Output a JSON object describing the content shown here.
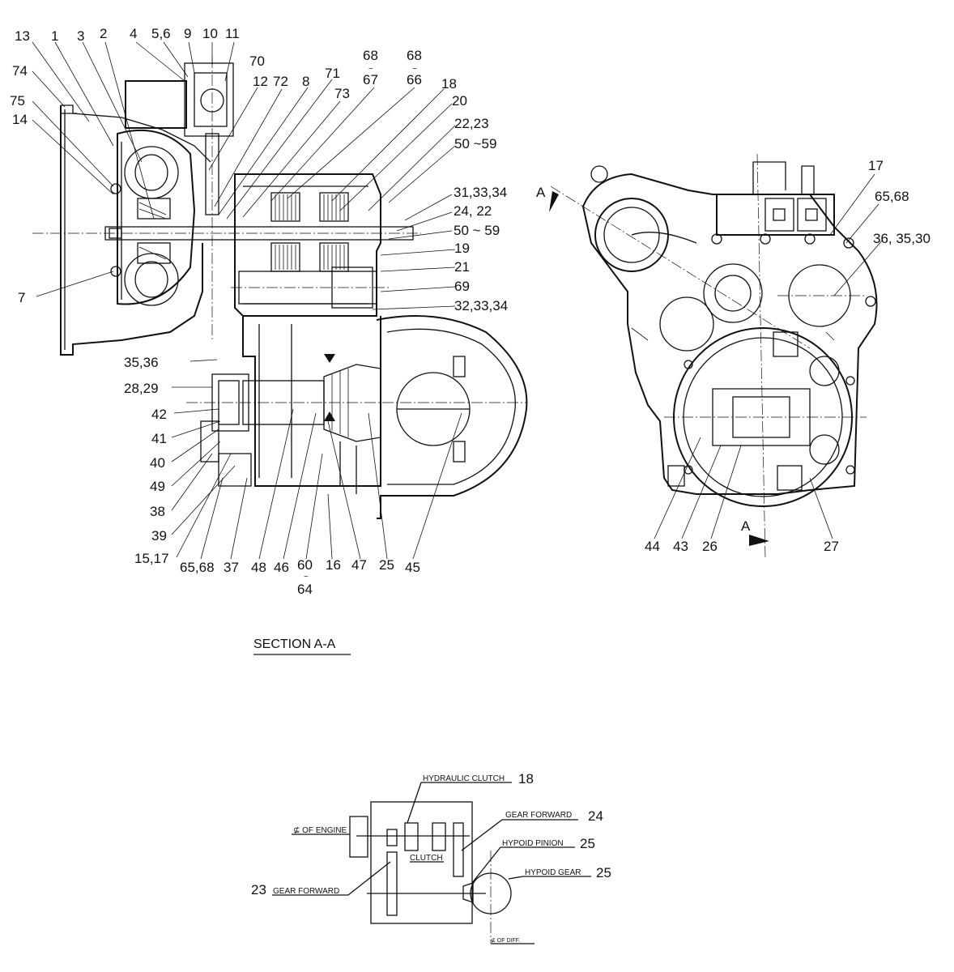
{
  "left_callouts": [
    {
      "id": "c13",
      "text": "13"
    },
    {
      "id": "c1",
      "text": "1"
    },
    {
      "id": "c3",
      "text": "3"
    },
    {
      "id": "c2",
      "text": "2"
    },
    {
      "id": "c4",
      "text": "4"
    },
    {
      "id": "c56",
      "text": "5,6"
    },
    {
      "id": "c9",
      "text": "9"
    },
    {
      "id": "c10",
      "text": "10"
    },
    {
      "id": "c11",
      "text": "11"
    },
    {
      "id": "c70",
      "text": "70"
    },
    {
      "id": "c12",
      "text": "12"
    },
    {
      "id": "c72",
      "text": "72"
    },
    {
      "id": "c8",
      "text": "8"
    },
    {
      "id": "c71",
      "text": "71"
    },
    {
      "id": "c73",
      "text": "73"
    },
    {
      "id": "c68a",
      "text": "68"
    },
    {
      "id": "c67",
      "text": "67"
    },
    {
      "id": "c68b",
      "text": "68"
    },
    {
      "id": "c66",
      "text": "66"
    },
    {
      "id": "c18",
      "text": "18"
    },
    {
      "id": "c20",
      "text": "20"
    },
    {
      "id": "c2223",
      "text": "22,23"
    },
    {
      "id": "c5059a",
      "text": "50 ~59"
    },
    {
      "id": "c313334",
      "text": "31,33,34"
    },
    {
      "id": "c2422",
      "text": "24, 22"
    },
    {
      "id": "c5059b",
      "text": "50 ~ 59"
    },
    {
      "id": "c19",
      "text": "19"
    },
    {
      "id": "c21",
      "text": "21"
    },
    {
      "id": "c69",
      "text": "69"
    },
    {
      "id": "c323334",
      "text": "32,33,34"
    },
    {
      "id": "c74",
      "text": "74"
    },
    {
      "id": "c75",
      "text": "75"
    },
    {
      "id": "c14",
      "text": "14"
    },
    {
      "id": "c7",
      "text": "7"
    },
    {
      "id": "c3536",
      "text": "35,36"
    },
    {
      "id": "c2829",
      "text": "28,29"
    },
    {
      "id": "c42",
      "text": "42"
    },
    {
      "id": "c41",
      "text": "41"
    },
    {
      "id": "c40",
      "text": "40"
    },
    {
      "id": "c49",
      "text": "49"
    },
    {
      "id": "c38",
      "text": "38"
    },
    {
      "id": "c39",
      "text": "39"
    },
    {
      "id": "c1517",
      "text": "15,17"
    },
    {
      "id": "c6568a",
      "text": "65,68"
    },
    {
      "id": "c37",
      "text": "37"
    },
    {
      "id": "c48",
      "text": "48"
    },
    {
      "id": "c46",
      "text": "46"
    },
    {
      "id": "c60",
      "text": "60"
    },
    {
      "id": "c64",
      "text": "64"
    },
    {
      "id": "c16",
      "text": "16"
    },
    {
      "id": "c47",
      "text": "47"
    },
    {
      "id": "c25",
      "text": "25"
    },
    {
      "id": "c45",
      "text": "45"
    }
  ],
  "right_callouts": [
    {
      "id": "r17",
      "text": "17"
    },
    {
      "id": "r6568",
      "text": "65,68"
    },
    {
      "id": "r363530",
      "text": "36, 35,30"
    },
    {
      "id": "r44",
      "text": "44"
    },
    {
      "id": "r43",
      "text": "43"
    },
    {
      "id": "r26",
      "text": "26"
    },
    {
      "id": "r27",
      "text": "27"
    },
    {
      "id": "rA1",
      "text": "A"
    },
    {
      "id": "rA2",
      "text": "A"
    }
  ],
  "section_title": "SECTION A-A",
  "schematic": {
    "hydraulic_clutch": "HYDRAULIC CLUTCH",
    "hydraulic_clutch_no": "18",
    "gear_forward_top": "GEAR FORWARD",
    "gear_forward_top_no": "24",
    "hypoid_pinion": "HYPOID PINION",
    "hypoid_pinion_no": "25",
    "hypoid_gear": "HYPOID GEAR",
    "hypoid_gear_no": "25",
    "gear_forward_bottom": "GEAR FORWARD",
    "gear_forward_bottom_no": "23",
    "cl_engine": "⊈ OF ENGINE",
    "clutch": "CLUTCH",
    "cl_diff": "⊈ OF DIFF."
  }
}
